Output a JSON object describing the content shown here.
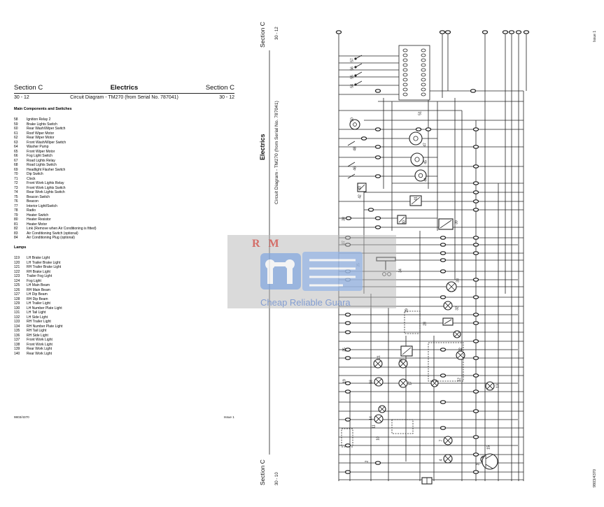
{
  "document": {
    "left_page": {
      "header": {
        "section_left": "Section C",
        "chapter": "Electrics",
        "section_right": "Section C"
      },
      "subheader": {
        "page_left": "30 - 12",
        "title": "Circuit Diagram - TM270 (from Serial No. 787041)",
        "page_right": "30 - 12"
      },
      "components_heading": "Main Components and Switches",
      "components": [
        {
          "num": "58",
          "name": "Ignition Relay 2"
        },
        {
          "num": "59",
          "name": "Brake Lights Switch"
        },
        {
          "num": "60",
          "name": "Rear Wash/Wiper Switch"
        },
        {
          "num": "61",
          "name": "Roof Wiper Motor"
        },
        {
          "num": "62",
          "name": "Rear Wiper Motor"
        },
        {
          "num": "63",
          "name": "Front Wash/Wiper Switch"
        },
        {
          "num": "64",
          "name": "Washer Pump"
        },
        {
          "num": "65",
          "name": "Front Wiper Motor"
        },
        {
          "num": "66",
          "name": "Fog Light Switch"
        },
        {
          "num": "67",
          "name": "Road Lights Relay"
        },
        {
          "num": "68",
          "name": "Road Lights Switch"
        },
        {
          "num": "69",
          "name": "Headlight Flasher Switch"
        },
        {
          "num": "70",
          "name": "Dip Switch"
        },
        {
          "num": "71",
          "name": "Clock"
        },
        {
          "num": "72",
          "name": "Front Work Lights Relay"
        },
        {
          "num": "73",
          "name": "Front Work Lights Switch"
        },
        {
          "num": "74",
          "name": "Rear Work Lights Switch"
        },
        {
          "num": "75",
          "name": "Beacon Switch"
        },
        {
          "num": "76",
          "name": "Beacon"
        },
        {
          "num": "77",
          "name": "Interior Light/Switch"
        },
        {
          "num": "78",
          "name": "Radio"
        },
        {
          "num": "79",
          "name": "Heater Switch"
        },
        {
          "num": "80",
          "name": "Heater Resistor"
        },
        {
          "num": "81",
          "name": "Heater Motor"
        },
        {
          "num": "82",
          "name": "Link (Remove when Air Conditioning is fitted)"
        },
        {
          "num": "83",
          "name": "Air Conditioning Switch (optional)"
        },
        {
          "num": "84",
          "name": "Air Conditioning Plug (optional)"
        }
      ],
      "lamps_heading": "Lamps",
      "lamps": [
        {
          "num": "119",
          "name": "LH Brake Light"
        },
        {
          "num": "120",
          "name": "LH Trailer Brake Light"
        },
        {
          "num": "121",
          "name": "RH Trailer Brake Light"
        },
        {
          "num": "122",
          "name": "RH Brake Light"
        },
        {
          "num": "123",
          "name": "Trailer Fog Light"
        },
        {
          "num": "124",
          "name": "Fog Light"
        },
        {
          "num": "125",
          "name": "LH Main Beam"
        },
        {
          "num": "126",
          "name": "RH Main Beam"
        },
        {
          "num": "127",
          "name": "LH Dip Beam"
        },
        {
          "num": "128",
          "name": "RH Dip Beam"
        },
        {
          "num": "129",
          "name": "LH Trailer Light"
        },
        {
          "num": "130",
          "name": "LH Number Plate Light"
        },
        {
          "num": "131",
          "name": "LH Tail Light"
        },
        {
          "num": "132",
          "name": "LH Side Light"
        },
        {
          "num": "133",
          "name": "RH Trailer Light"
        },
        {
          "num": "134",
          "name": "RH Number Plate Light"
        },
        {
          "num": "135",
          "name": "RH Tail Light"
        },
        {
          "num": "136",
          "name": "RH Side Light"
        },
        {
          "num": "137",
          "name": "Front Work Light"
        },
        {
          "num": "138",
          "name": "Front Work Light"
        },
        {
          "num": "139",
          "name": "Rear Work Light"
        },
        {
          "num": "140",
          "name": "Rear Work Light"
        }
      ],
      "footer": {
        "doc_number": "9803/4370",
        "issue": "Issue 1"
      }
    },
    "right_page": {
      "top": {
        "section": "Section C",
        "page": "30 - 12"
      },
      "chapter": "Electrics",
      "title": "Circuit Diagram - TM270 (from Serial No. 787041)",
      "bottom": {
        "section": "Section C",
        "page": "30 - 10"
      },
      "edge": {
        "issue": "Issue 1",
        "doc_number": "9803/4370"
      },
      "diagram_labels": [
        "57",
        "56",
        "55",
        "54",
        "50",
        "51",
        "48",
        "47",
        "46",
        "45",
        "44",
        "43",
        "42",
        "41",
        "40",
        "39",
        "38",
        "37",
        "35",
        "34",
        "33",
        "32",
        "29",
        "28",
        "25",
        "23",
        "22",
        "21",
        "19",
        "18",
        "17",
        "15",
        "14",
        "13",
        "12",
        "11",
        "10",
        "7",
        "4",
        "3",
        "2"
      ]
    },
    "watermark": {
      "logo_text": "R M",
      "tagline": "Cheap Reliable Guara"
    },
    "colors": {
      "ink": "#111111",
      "watermark_red": "#d24a43",
      "watermark_blue": "#6e8fd0"
    }
  }
}
